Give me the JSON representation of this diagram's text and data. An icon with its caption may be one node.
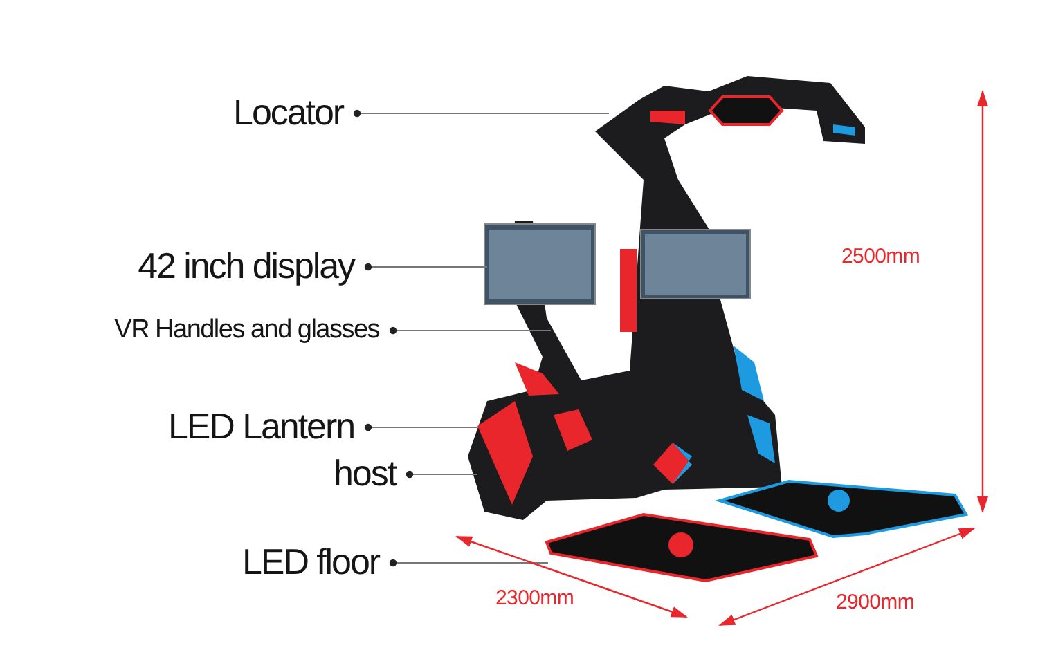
{
  "diagram": {
    "nodes": [
      {
        "text": [
          "Locator"
        ]
      },
      {
        "text": [
          "42 inch display"
        ]
      },
      {
        "text": [
          "VR Handles and glasses"
        ]
      },
      {
        "text": [
          "LED Lantern"
        ]
      },
      {
        "text": [
          "host"
        ]
      },
      {
        "text": [
          "LED floor"
        ]
      }
    ],
    "edges": [
      {
        "from": 0,
        "to": null,
        "arrow": "other"
      },
      {
        "from": 1,
        "to": null,
        "arrow": "other"
      },
      {
        "from": 2,
        "to": null,
        "arrow": "other"
      },
      {
        "from": 3,
        "to": null,
        "arrow": "other"
      },
      {
        "from": 4,
        "to": null,
        "arrow": "other"
      },
      {
        "from": 5,
        "to": null,
        "arrow": "other"
      }
    ],
    "labels": [
      "2500mm",
      "2300mm",
      "2900mm"
    ]
  }
}
